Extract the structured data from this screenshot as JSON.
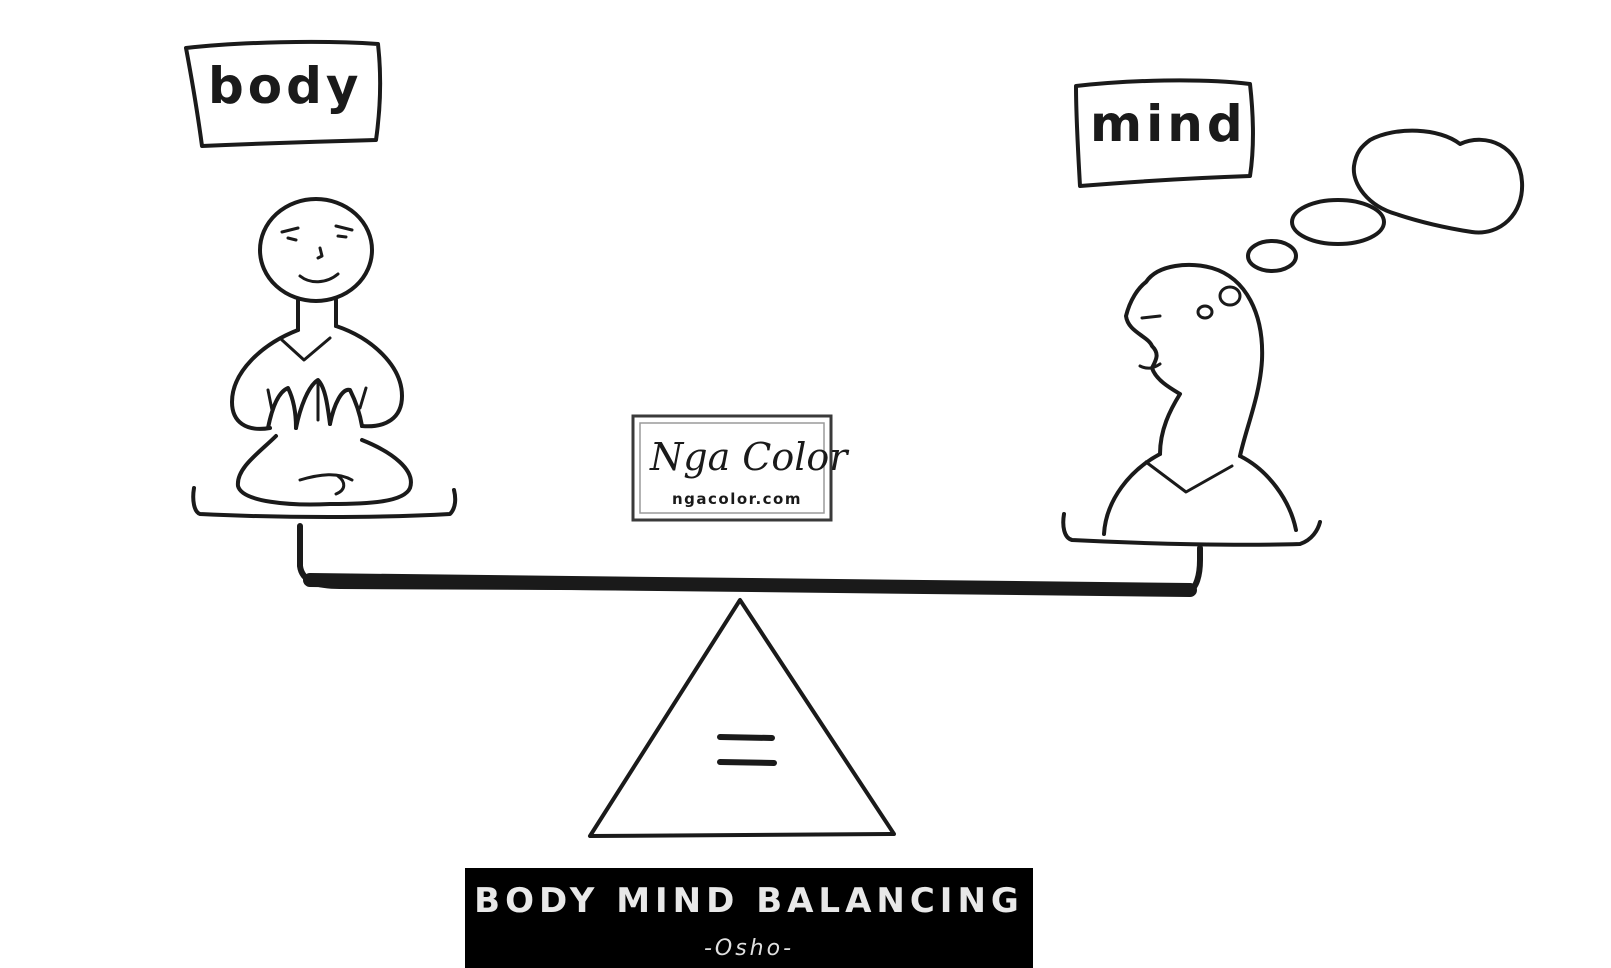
{
  "labels": {
    "body": "body",
    "mind": "mind"
  },
  "watermark": {
    "logo_text": "Nga Color",
    "url": "ngacolor.com"
  },
  "caption": {
    "title": "BODY MIND BALANCING",
    "subtitle": "-Osho-"
  },
  "fulcrum_symbol": "=",
  "colors": {
    "ink": "#1a1a1a",
    "background": "#ffffff",
    "caption_bg": "#000000",
    "caption_text": "#e8e8e8"
  }
}
